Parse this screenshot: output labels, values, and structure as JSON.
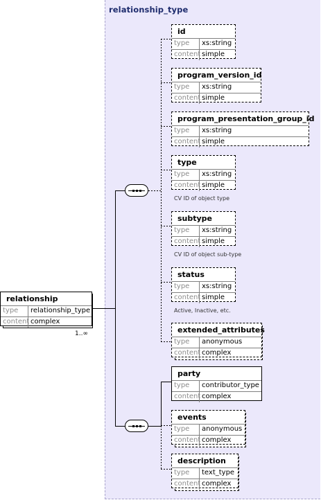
{
  "panel_title": "relationship_type",
  "root": {
    "name": "relationship",
    "type": "relationship_type",
    "content": "complex",
    "multiplicity": "1..∞"
  },
  "labels": {
    "type": "type",
    "content": "content"
  },
  "elements": [
    {
      "name": "id",
      "type": "xs:string",
      "content": "simple",
      "note": ""
    },
    {
      "name": "program_version_id",
      "type": "xs:string",
      "content": "simple",
      "note": ""
    },
    {
      "name": "program_presentation_group_id",
      "type": "xs:string",
      "content": "simple",
      "note": ""
    },
    {
      "name": "type",
      "type": "xs:string",
      "content": "simple",
      "note": "CV ID of object type"
    },
    {
      "name": "subtype",
      "type": "xs:string",
      "content": "simple",
      "note": "CV ID of object sub-type"
    },
    {
      "name": "status",
      "type": "xs:string",
      "content": "simple",
      "note": "Active, Inactive, etc."
    },
    {
      "name": "extended_attributes",
      "type": "anonymous",
      "content": "complex",
      "note": ""
    },
    {
      "name": "party",
      "type": "contributor_type",
      "content": "complex",
      "note": ""
    },
    {
      "name": "events",
      "type": "anonymous",
      "content": "complex",
      "note": ""
    },
    {
      "name": "description",
      "type": "text_type",
      "content": "complex",
      "note": ""
    }
  ]
}
